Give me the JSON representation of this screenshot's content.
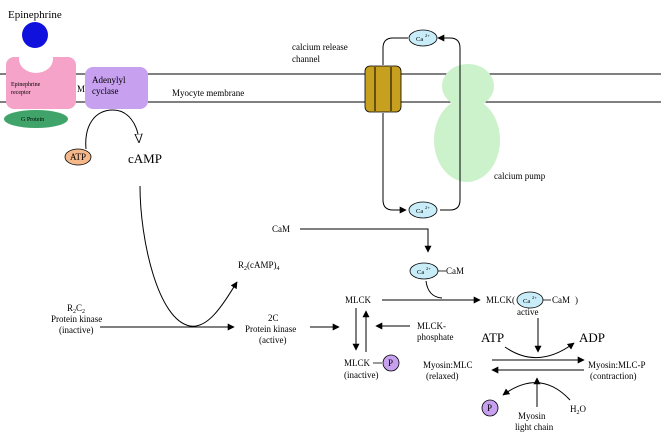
{
  "labels": {
    "epinephrine": "Epinephrine",
    "receptor_line1": "Epinephrine",
    "receptor_line2": "receptor",
    "g_protein": "G Protein",
    "adenylyl_line1": "Adenylyl",
    "adenylyl_line2": "cyclase",
    "membrane_m": "M",
    "myocyte_membrane": "Myocyte membrane",
    "channel_line1": "calcium release",
    "channel_line2": "channel",
    "calcium_pump": "calcium pump",
    "atp_small": "ATP",
    "camp": "cAMP",
    "ca": "Ca",
    "ca_sup": "2+",
    "cam_left": "CaM",
    "cam_complex": "CaM",
    "r2camp4_a": "R",
    "r2camp4_sub1": "2",
    "r2camp4_b": "(cAMP)",
    "r2camp4_sub2": "4",
    "r2c2_a": "R",
    "r2c2_sub1": "2",
    "r2c2_b": "C",
    "r2c2_sub2": "2",
    "pk_inactive_line1": "Protein kinase",
    "pk_inactive_line2": "(inactive)",
    "pk_active_line0": "2C",
    "pk_active_line1": "Protein kinase",
    "pk_active_line2": "(active)",
    "mlck": "MLCK",
    "mlck_complex_prefix": "MLCK(",
    "mlck_complex_suffix": ")",
    "mlck_active": "active",
    "mlck_phosphate_line1": "MLCK-",
    "mlck_phosphate_line2": "phosphate",
    "mlck_p": "MLCK",
    "mlck_p_inactive": "(inactive)",
    "p": "P",
    "atp": "ATP",
    "adp": "ADP",
    "myosin_mlc_line1": "Myosin:MLC",
    "myosin_mlc_line2": "(relaxed)",
    "myosin_mlcp_line1": "Myosin:MLC-P",
    "myosin_mlcp_line2": "(contraction)",
    "myosin_lc_line1": "Myosin",
    "myosin_lc_line2": "light chain",
    "h2o_a": "H",
    "h2o_sub": "2",
    "h2o_b": "O"
  },
  "colors": {
    "epinephrine": "#1111dd",
    "receptor": "#f5a3c8",
    "g_protein": "#3fa36a",
    "adenylyl": "#c8a0f0",
    "channel": "#c8a020",
    "pump": "#ccf2cc",
    "atp": "#f5b88a",
    "ca": "#c8ecf8",
    "phosphate": "#c8a0f0"
  }
}
